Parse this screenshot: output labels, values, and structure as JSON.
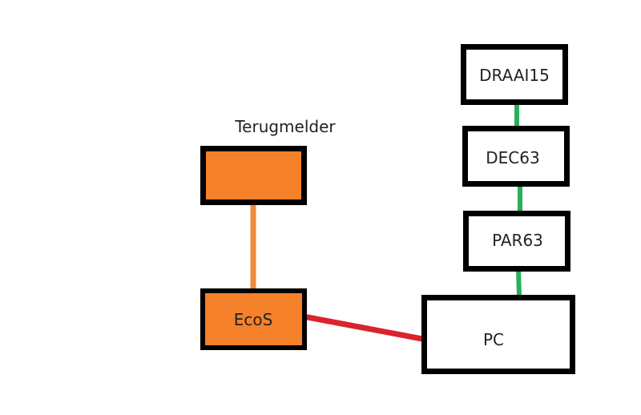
{
  "diagram": {
    "colors": {
      "border": "#000000",
      "orange_fill": "#F5812A",
      "white_fill": "#FFFFFF",
      "orange_link": "#F08A3C",
      "red_link": "#D9232E",
      "green_link": "#2BAE5A",
      "text": "#222222"
    },
    "labels": {
      "terugmelder_title": "Terugmelder"
    },
    "nodes": [
      {
        "id": "terugmelder",
        "label": "",
        "fill": "orange"
      },
      {
        "id": "ecos",
        "label": "EcoS",
        "fill": "orange"
      },
      {
        "id": "draai15",
        "label": "DRAAI15",
        "fill": "white"
      },
      {
        "id": "dec63",
        "label": "DEC63",
        "fill": "white"
      },
      {
        "id": "par63",
        "label": "PAR63",
        "fill": "white"
      },
      {
        "id": "pc",
        "label": "PC",
        "fill": "white"
      }
    ],
    "edges": [
      {
        "from": "terugmelder",
        "to": "ecos",
        "color": "orange"
      },
      {
        "from": "ecos",
        "to": "pc",
        "color": "red"
      },
      {
        "from": "draai15",
        "to": "dec63",
        "color": "green"
      },
      {
        "from": "dec63",
        "to": "par63",
        "color": "green"
      },
      {
        "from": "par63",
        "to": "pc",
        "color": "green"
      }
    ]
  }
}
